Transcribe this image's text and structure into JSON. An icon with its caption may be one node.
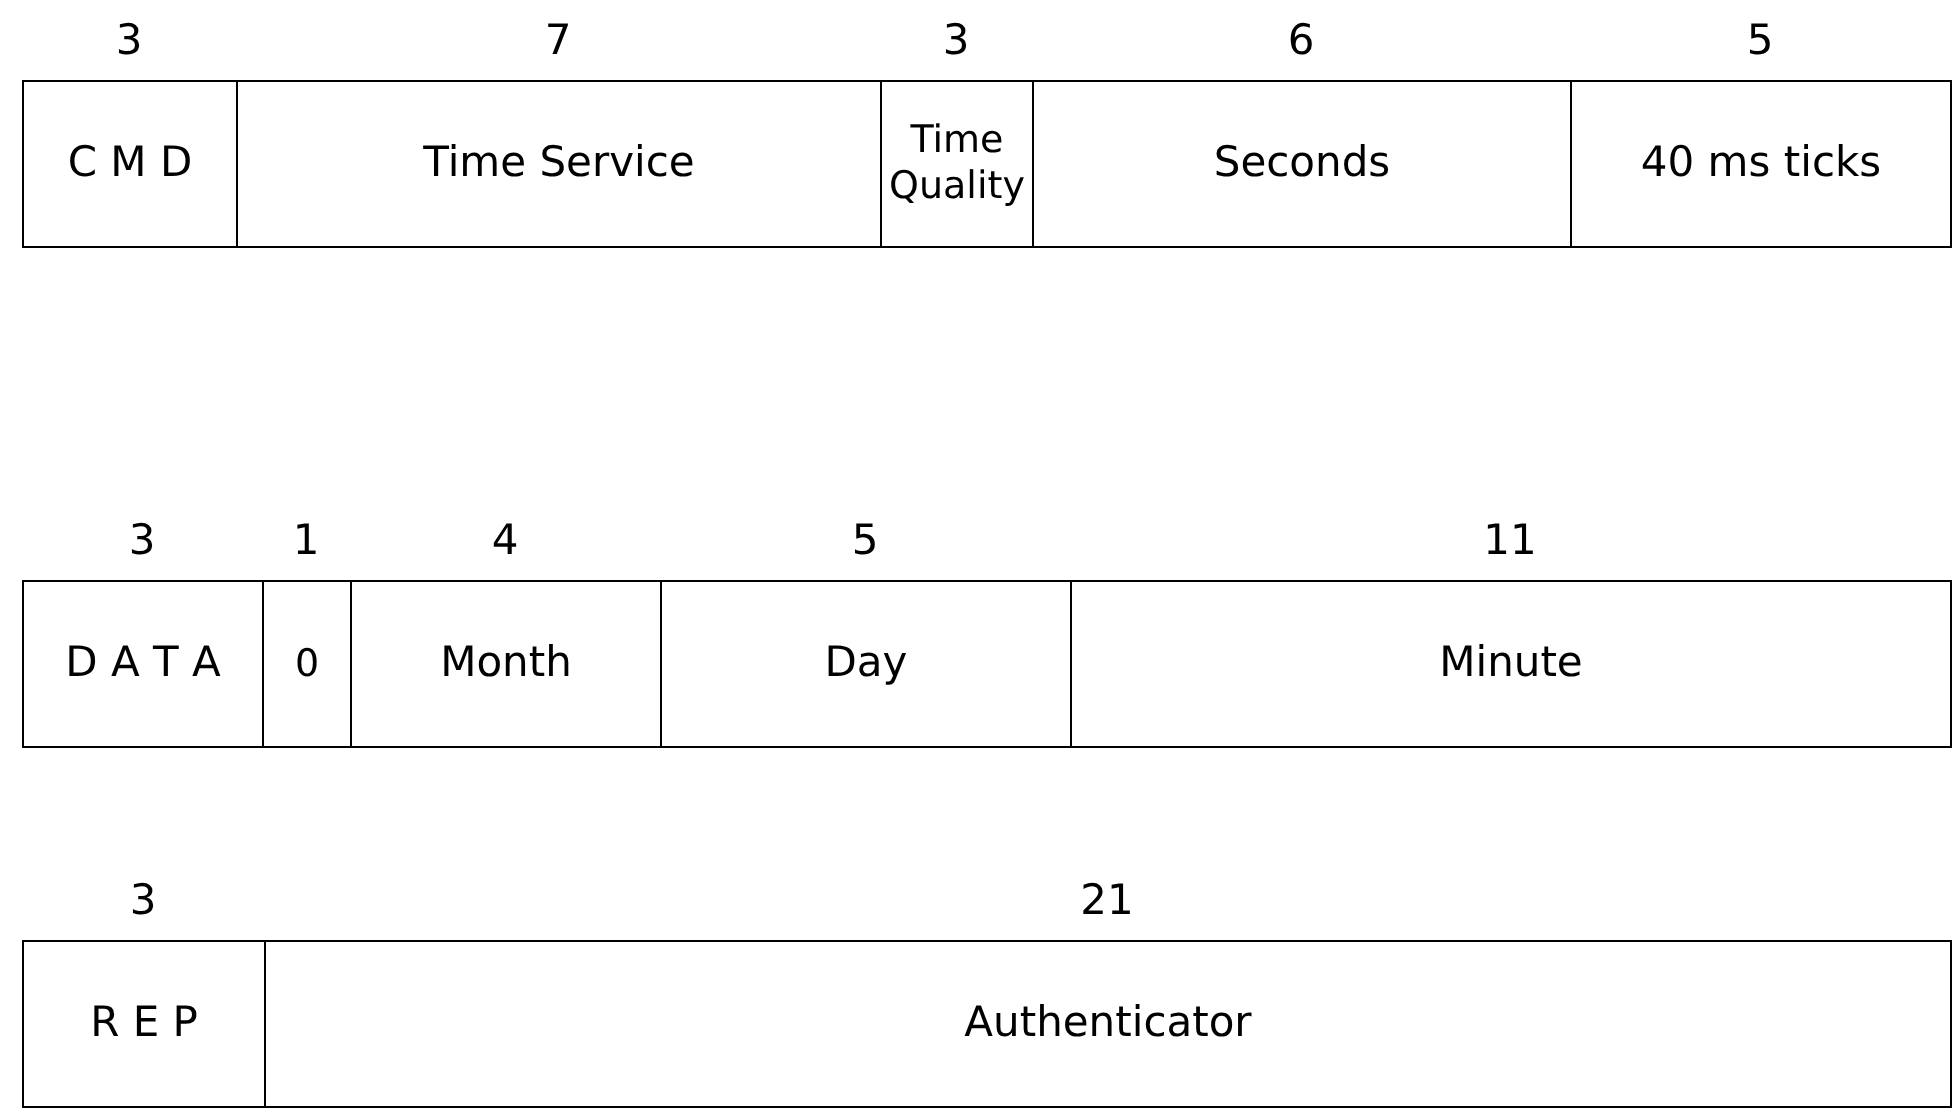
{
  "diagram": {
    "nodes": [
      {
        "text": [
          "C M D"
        ],
        "beside": [
          "3"
        ]
      },
      {
        "text": [
          "Time Service"
        ],
        "beside": [
          "7"
        ]
      },
      {
        "text": [
          "Time Quality"
        ],
        "beside": [
          "3"
        ]
      },
      {
        "text": [
          "Seconds"
        ],
        "beside": [
          "6"
        ]
      },
      {
        "text": [
          "40 ms ticks"
        ],
        "beside": [
          "5"
        ]
      },
      {
        "text": [
          "D A T A"
        ],
        "beside": [
          "3"
        ]
      },
      {
        "text": [
          "0"
        ],
        "beside": [
          "1"
        ]
      },
      {
        "text": [
          "Month"
        ],
        "beside": [
          "4"
        ]
      },
      {
        "text": [
          "Day"
        ],
        "beside": [
          "5"
        ]
      },
      {
        "text": [
          "Minute"
        ],
        "beside": [
          "11"
        ]
      },
      {
        "text": [
          "R E P"
        ],
        "beside": [
          "3"
        ]
      },
      {
        "text": [
          "Authenticator"
        ],
        "beside": [
          "21"
        ]
      }
    ]
  }
}
